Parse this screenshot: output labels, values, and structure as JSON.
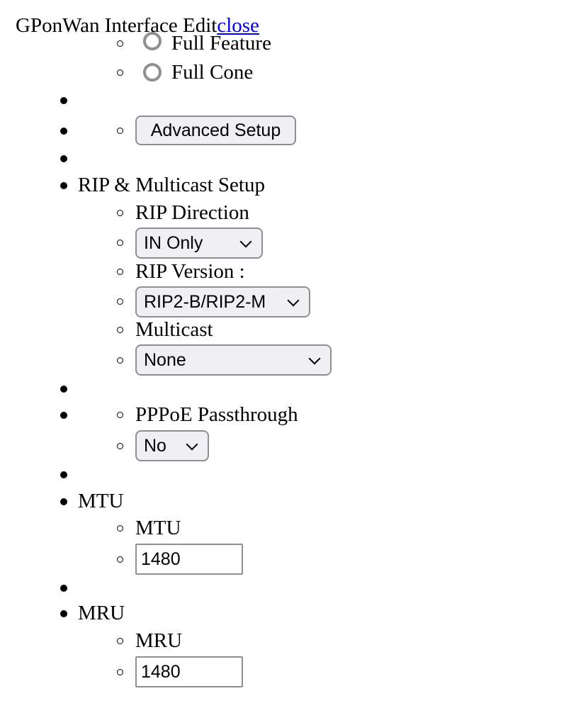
{
  "header": {
    "title": "GPonWan Interface Edit",
    "close_link": "close"
  },
  "nat_type": {
    "options": [
      "Full Feature",
      "Full Cone"
    ]
  },
  "advanced": {
    "button_label": "Advanced Setup"
  },
  "rip_multicast": {
    "section_title": "RIP & Multicast Setup",
    "direction_label": "RIP Direction",
    "direction_value": "IN Only",
    "version_label": "RIP Version :",
    "version_value": "RIP2-B/RIP2-M",
    "multicast_label": "Multicast",
    "multicast_value": "None"
  },
  "pppoe": {
    "label": "PPPoE Passthrough",
    "value": "No"
  },
  "mtu": {
    "section_title": "MTU",
    "label": "MTU",
    "value": "1480"
  },
  "mru": {
    "section_title": "MRU",
    "label": "MRU",
    "value": "1480"
  }
}
